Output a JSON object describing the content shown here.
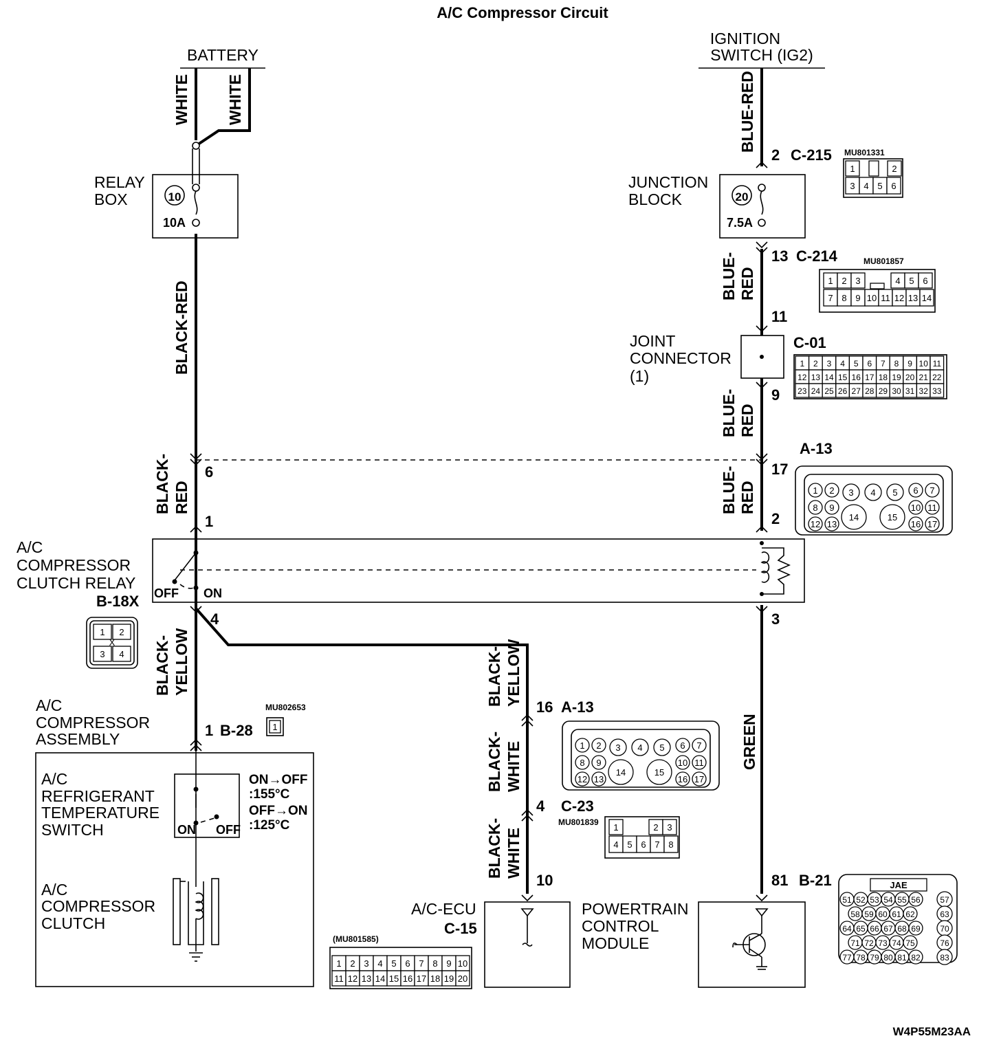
{
  "title": "A/C Compressor Circuit",
  "figure_id": "W4P55M23AA",
  "power_sources": {
    "battery": "BATTERY",
    "ignition": [
      "IGNITION",
      "SWITCH (IG2)"
    ]
  },
  "wire_colors": {
    "white": "WHITE",
    "black_red": "BLACK-RED",
    "black_red_split": [
      "BLACK-",
      "RED"
    ],
    "blue_red": "BLUE-RED",
    "blue_red_split": [
      "BLUE-",
      "RED"
    ],
    "black_yellow_split": [
      "BLACK-",
      "YELLOW"
    ],
    "black_white_split": [
      "BLACK-",
      "WHITE"
    ],
    "green": "GREEN"
  },
  "relay_box": {
    "label": [
      "RELAY",
      "BOX"
    ],
    "fuse_number": "10",
    "fuse_rating": "10A"
  },
  "junction_block": {
    "label": [
      "JUNCTION",
      "BLOCK"
    ],
    "fuse_number": "20",
    "fuse_rating": "7.5A"
  },
  "joint_connector": {
    "label": [
      "JOINT",
      "CONNECTOR",
      "(1)"
    ],
    "id": "C-01"
  },
  "relay": {
    "label": [
      "A/C",
      "COMPRESSOR",
      "CLUTCH RELAY"
    ],
    "id": "B-18X",
    "off_label": "OFF",
    "on_label": "ON",
    "pins": [
      "1",
      "2",
      "3",
      "4"
    ]
  },
  "compressor_assembly": {
    "label": [
      "A/C",
      "COMPRESSOR",
      "ASSEMBLY"
    ],
    "switch_label": [
      "A/C",
      "REFRIGERANT",
      "TEMPERATURE",
      "SWITCH"
    ],
    "switch_spec": [
      "ON→OFF",
      ":155°C",
      "OFF→ON",
      ":125°C"
    ],
    "on_label": "ON",
    "off_label": "OFF",
    "clutch_label": [
      "A/C",
      "COMPRESSOR",
      "CLUTCH"
    ]
  },
  "ecu": {
    "label": "A/C-ECU",
    "id": "C-15"
  },
  "pcm": {
    "label": [
      "POWERTRAIN",
      "CONTROL",
      "MODULE"
    ]
  },
  "connector_refs": {
    "c215": {
      "pin": "2",
      "id": "C-215"
    },
    "c214": {
      "pin": "13",
      "id": "C-214"
    },
    "joint_in_pin": "11",
    "joint_out_pin": "9",
    "a13_left_pin": "6",
    "a13_right_pin": "17",
    "a13_id": "A-13",
    "relay_pin1": "1",
    "relay_pin2": "2",
    "relay_pin3": "3",
    "relay_pin4": "4",
    "b28": {
      "pin": "1",
      "id": "B-28"
    },
    "a13_mid": {
      "pin": "16",
      "id": "A-13"
    },
    "c23": {
      "pin": "4",
      "id": "C-23"
    },
    "ecu_pin": "10",
    "b21": {
      "pin": "81",
      "id": "B-21"
    }
  },
  "connector_faces": {
    "c215": {
      "part": "MU801331",
      "rows": [
        [
          "1",
          "2"
        ],
        [
          "3",
          "4",
          "5",
          "6"
        ]
      ]
    },
    "c214": {
      "part": "MU801857",
      "rows": [
        [
          "1",
          "2",
          "3",
          "4",
          "5",
          "6"
        ],
        [
          "7",
          "8",
          "9",
          "10",
          "11",
          "12",
          "13",
          "14"
        ]
      ]
    },
    "c01": {
      "rows": [
        [
          "1",
          "2",
          "3",
          "4",
          "5",
          "6",
          "7",
          "8",
          "9",
          "10",
          "11"
        ],
        [
          "12",
          "13",
          "14",
          "15",
          "16",
          "17",
          "18",
          "19",
          "20",
          "21",
          "22"
        ],
        [
          "23",
          "24",
          "25",
          "26",
          "27",
          "28",
          "29",
          "30",
          "31",
          "32",
          "33"
        ]
      ]
    },
    "a13": {
      "pins": [
        "1",
        "2",
        "3",
        "4",
        "5",
        "6",
        "7",
        "8",
        "9",
        "14",
        "15",
        "10",
        "11",
        "12",
        "13",
        "16",
        "17"
      ]
    },
    "b18x": {
      "rows": [
        [
          "1",
          "2"
        ],
        [
          "3",
          "4"
        ]
      ],
      "mark": "X"
    },
    "b28": {
      "part": "MU802653",
      "pin": "1"
    },
    "c23": {
      "part": "MU801839",
      "rows": [
        [
          "1",
          "2",
          "3"
        ],
        [
          "4",
          "5",
          "6",
          "7",
          "8"
        ]
      ]
    },
    "c15": {
      "part": "(MU801585)",
      "rows": [
        [
          "1",
          "2",
          "3",
          "4",
          "5",
          "6",
          "7",
          "8",
          "9",
          "10"
        ],
        [
          "11",
          "12",
          "13",
          "14",
          "15",
          "16",
          "17",
          "18",
          "19",
          "20"
        ]
      ]
    },
    "b21": {
      "brand": "JAE",
      "rows": [
        [
          "51",
          "52",
          "53",
          "54",
          "55",
          "56",
          "57"
        ],
        [
          "58",
          "59",
          "60",
          "61",
          "62",
          "63"
        ],
        [
          "64",
          "65",
          "66",
          "67",
          "68",
          "69",
          "70"
        ],
        [
          "71",
          "72",
          "73",
          "74",
          "75",
          "76"
        ],
        [
          "77",
          "78",
          "79",
          "80",
          "81",
          "82",
          "83"
        ]
      ]
    }
  },
  "colors": {
    "line": "#000000",
    "background": "#ffffff"
  }
}
